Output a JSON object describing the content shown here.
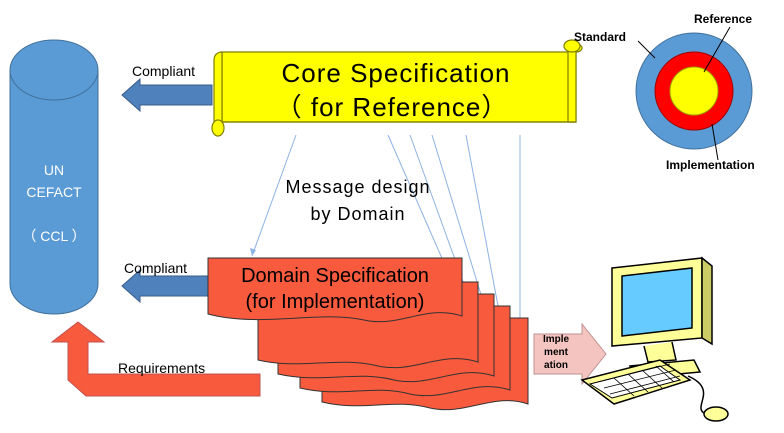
{
  "colors": {
    "cylinder": "#5b9bd5",
    "scroll": "#ffff00",
    "wave": "#f85a3e",
    "arrow_blue": "#4f81bd",
    "arrow_red": "#f85a3e",
    "arrow_pink": "#f4c5c0",
    "ring_outer": "#5b9bd5",
    "ring_mid": "#ff0000",
    "ring_inner": "#ffff00",
    "monitor_body": "#ffff99",
    "monitor_screen": "#66ccff"
  },
  "icons": {
    "computer": "computer-icon",
    "cylinder": "database-cylinder-shape",
    "scroll": "scroll-banner-shape"
  },
  "cylinder": {
    "line1": "UN",
    "line2": "CEFACT",
    "line3": "（ CCL ）"
  },
  "core_spec": {
    "line1": "Core Specification",
    "line2": "（ for Reference）"
  },
  "domain_spec": {
    "line1": "Domain Specification",
    "line2": "(for Implementation)"
  },
  "message_design": {
    "line1": "Message design",
    "line2": "by Domain"
  },
  "arrows": {
    "compliant_top": "Compliant",
    "compliant_bottom": "Compliant",
    "requirements": "Requirements",
    "implementation": {
      "line1": "Imple",
      "line2": "ment",
      "line3": "ation"
    }
  },
  "rings": {
    "standard": "Standard",
    "reference": "Reference",
    "implementation": "Implementation"
  }
}
